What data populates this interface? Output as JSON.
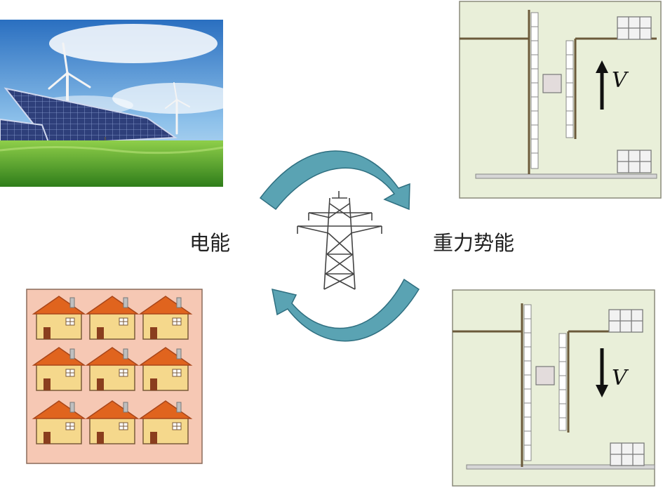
{
  "labels": {
    "electric_energy": "电能",
    "gravitational_potential_energy": "重力势能"
  },
  "panels": {
    "top_right": {
      "velocity_symbol": "V",
      "arrow_direction": "up"
    },
    "bottom_right": {
      "velocity_symbol": "V",
      "arrow_direction": "down"
    }
  },
  "colors": {
    "flow_arrow": "#5aa3b3",
    "flow_arrow_stroke": "#2f6f80",
    "shaft_panel_bg": "#e9efd9",
    "houses_panel_bg": "#f6c8b4",
    "house_wall": "#f5d88c",
    "house_roof": "#e0641e",
    "structure": "#6b5a3a"
  }
}
